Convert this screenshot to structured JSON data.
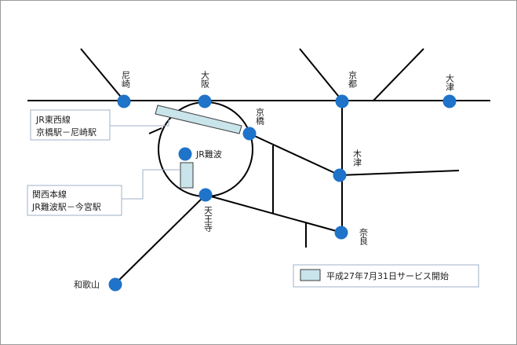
{
  "stations": {
    "amagasaki": "尼崎",
    "osaka": "大阪",
    "kyoto": "京都",
    "otsu": "大津",
    "kyobashi": "京橋",
    "jr_namba": "JR難波",
    "kizu": "木津",
    "tennoji": "天王寺",
    "nara": "奈良",
    "wakayama": "和歌山"
  },
  "callouts": {
    "tozai": {
      "line1": "JR東西線",
      "line2": "京橋駅－尼崎駅"
    },
    "kansai": {
      "line1": "関西本線",
      "line2": "JR難波駅－今宮駅"
    }
  },
  "legend": {
    "label": "平成27年7月31日サービス開始"
  },
  "colors": {
    "station": "#1f73c9",
    "highlight_fill": "#c9e4ea",
    "callout_border": "#9fb1c7",
    "line": "#000000"
  }
}
